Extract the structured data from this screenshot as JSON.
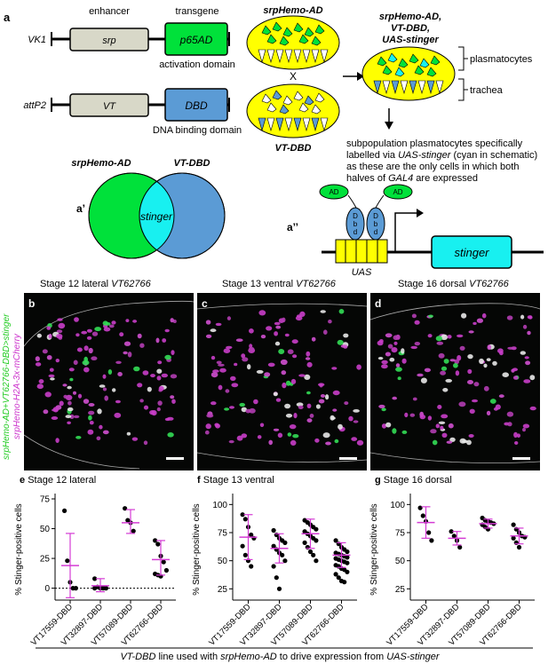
{
  "panel_a": {
    "label": "a",
    "enhancer_header": "enhancer",
    "transgene_header": "transgene",
    "row1": {
      "site": "VK1",
      "enhancer": "srp",
      "transgene": "p65AD",
      "caption": "activation domain"
    },
    "row2": {
      "site": "attP2",
      "enhancer": "VT",
      "transgene": "DBD",
      "caption": "DNA binding domain"
    },
    "embryo_top_label": "srpHemo-AD",
    "embryo_bottom_label": "VT-DBD",
    "cross_symbol": "X",
    "result_label_1": "srpHemo-AD,",
    "result_label_2": "VT-DBD,",
    "result_label_3": "UAS-stinger",
    "bracket_plasmatocytes": "plasmatocytes",
    "bracket_trachea": "trachea",
    "explain_1": "subpopulation plasmatocytes specifically",
    "explain_2a": "labelled via ",
    "explain_2b": "UAS-stinger",
    "explain_2c": " (cyan in schematic)",
    "explain_3": "as these are the only cells in which both",
    "explain_4a": "halves of ",
    "explain_4b": "GAL4",
    "explain_4c": " are expressed"
  },
  "panel_a1": {
    "label": "a’",
    "left": "srpHemo-AD",
    "right": "VT-DBD",
    "center": "stinger"
  },
  "panel_a2": {
    "label": "a’’",
    "ad": "AD",
    "dbd_letters": [
      "D",
      "b",
      "d"
    ],
    "uas": "UAS",
    "gene": "stinger"
  },
  "images": {
    "side_label_green": "srpHemo-AD+VT62766-DBD>stinger",
    "side_label_magenta": "srpHemo-H2A-3x-mCherry",
    "panels": [
      {
        "label": "b",
        "title": "Stage 12 lateral ",
        "title_line": "VT62766"
      },
      {
        "label": "c",
        "title": "Stage 13 ventral ",
        "title_line": "VT62766"
      },
      {
        "label": "d",
        "title": "Stage 16 dorsal ",
        "title_line": "VT62766"
      }
    ]
  },
  "colors": {
    "green": "#00e13a",
    "cyan": "#18f0f0",
    "blue": "#5b9bd5",
    "yellow": "#ffff00",
    "magenta": "#d43bd4",
    "grey_box": "#d8d8c8"
  },
  "chart_data": [
    {
      "type": "scatter",
      "panel": "e",
      "title": "Stage 12 lateral",
      "ylabel": "% Stinger-positive cells",
      "ylim": [
        -10,
        75
      ],
      "yticks": [
        0,
        25,
        50,
        75
      ],
      "categories": [
        "VT17559-DBD",
        "VT32897-DBD",
        "VT57089-DBD",
        "VT62766-DBD"
      ],
      "points": [
        [
          65,
          23,
          5,
          0,
          0
        ],
        [
          8,
          1,
          0,
          0,
          0,
          0
        ],
        [
          67,
          57,
          55,
          48
        ],
        [
          40,
          37,
          27,
          22,
          15,
          12,
          11,
          10
        ]
      ],
      "mean": [
        19,
        2,
        55,
        24
      ],
      "sd_low": [
        -8,
        -3,
        46,
        11
      ],
      "sd_high": [
        46,
        8,
        66,
        40
      ],
      "reference_line": 0
    },
    {
      "type": "scatter",
      "panel": "f",
      "title": "Stage 13 ventral",
      "ylabel": "% Stinger-positive cells",
      "ylim": [
        15,
        105
      ],
      "yticks": [
        25,
        50,
        75,
        100
      ],
      "categories": [
        "VT17559-DBD",
        "VT32897-DBD",
        "VT57089-DBD",
        "VT62766-DBD"
      ],
      "points": [
        [
          91,
          87,
          80,
          73,
          70,
          63,
          55,
          50,
          45
        ],
        [
          77,
          73,
          70,
          68,
          66,
          63,
          60,
          57,
          55,
          50,
          45,
          35,
          25
        ],
        [
          86,
          84,
          82,
          80,
          78,
          76,
          74,
          72,
          70,
          68,
          66,
          62,
          58,
          55,
          50
        ],
        [
          68,
          65,
          62,
          60,
          58,
          57,
          56,
          55,
          54,
          53,
          52,
          51,
          50,
          49,
          48,
          46,
          45,
          43,
          42,
          40,
          38,
          35,
          32,
          31
        ]
      ],
      "mean": [
        71,
        61,
        74,
        55
      ],
      "sd_low": [
        51,
        48,
        61,
        44
      ],
      "sd_high": [
        91,
        74,
        87,
        66
      ]
    },
    {
      "type": "scatter",
      "panel": "g",
      "title": "Stage 16 dorsal",
      "ylabel": "% Stinger-positive cells",
      "ylim": [
        15,
        105
      ],
      "yticks": [
        25,
        50,
        75,
        100
      ],
      "categories": [
        "VT17559-DBD",
        "VT32897-DBD",
        "VT57089-DBD",
        "VT62766-DBD"
      ],
      "points": [
        [
          97,
          90,
          85,
          75,
          68
        ],
        [
          76,
          72,
          68,
          62
        ],
        [
          88,
          86,
          85,
          84,
          83,
          82,
          80,
          78
        ],
        [
          82,
          78,
          75,
          72,
          71,
          70,
          66,
          62
        ]
      ],
      "mean": [
        84,
        70,
        83,
        72
      ],
      "sd_low": [
        70,
        64,
        79,
        65
      ],
      "sd_high": [
        98,
        76,
        87,
        79
      ]
    }
  ],
  "footer": {
    "part1": "VT-DBD",
    "part2": " line used with ",
    "part3": "srpHemo-AD",
    "part4": " to drive expression from ",
    "part5": "UAS-stinger"
  }
}
